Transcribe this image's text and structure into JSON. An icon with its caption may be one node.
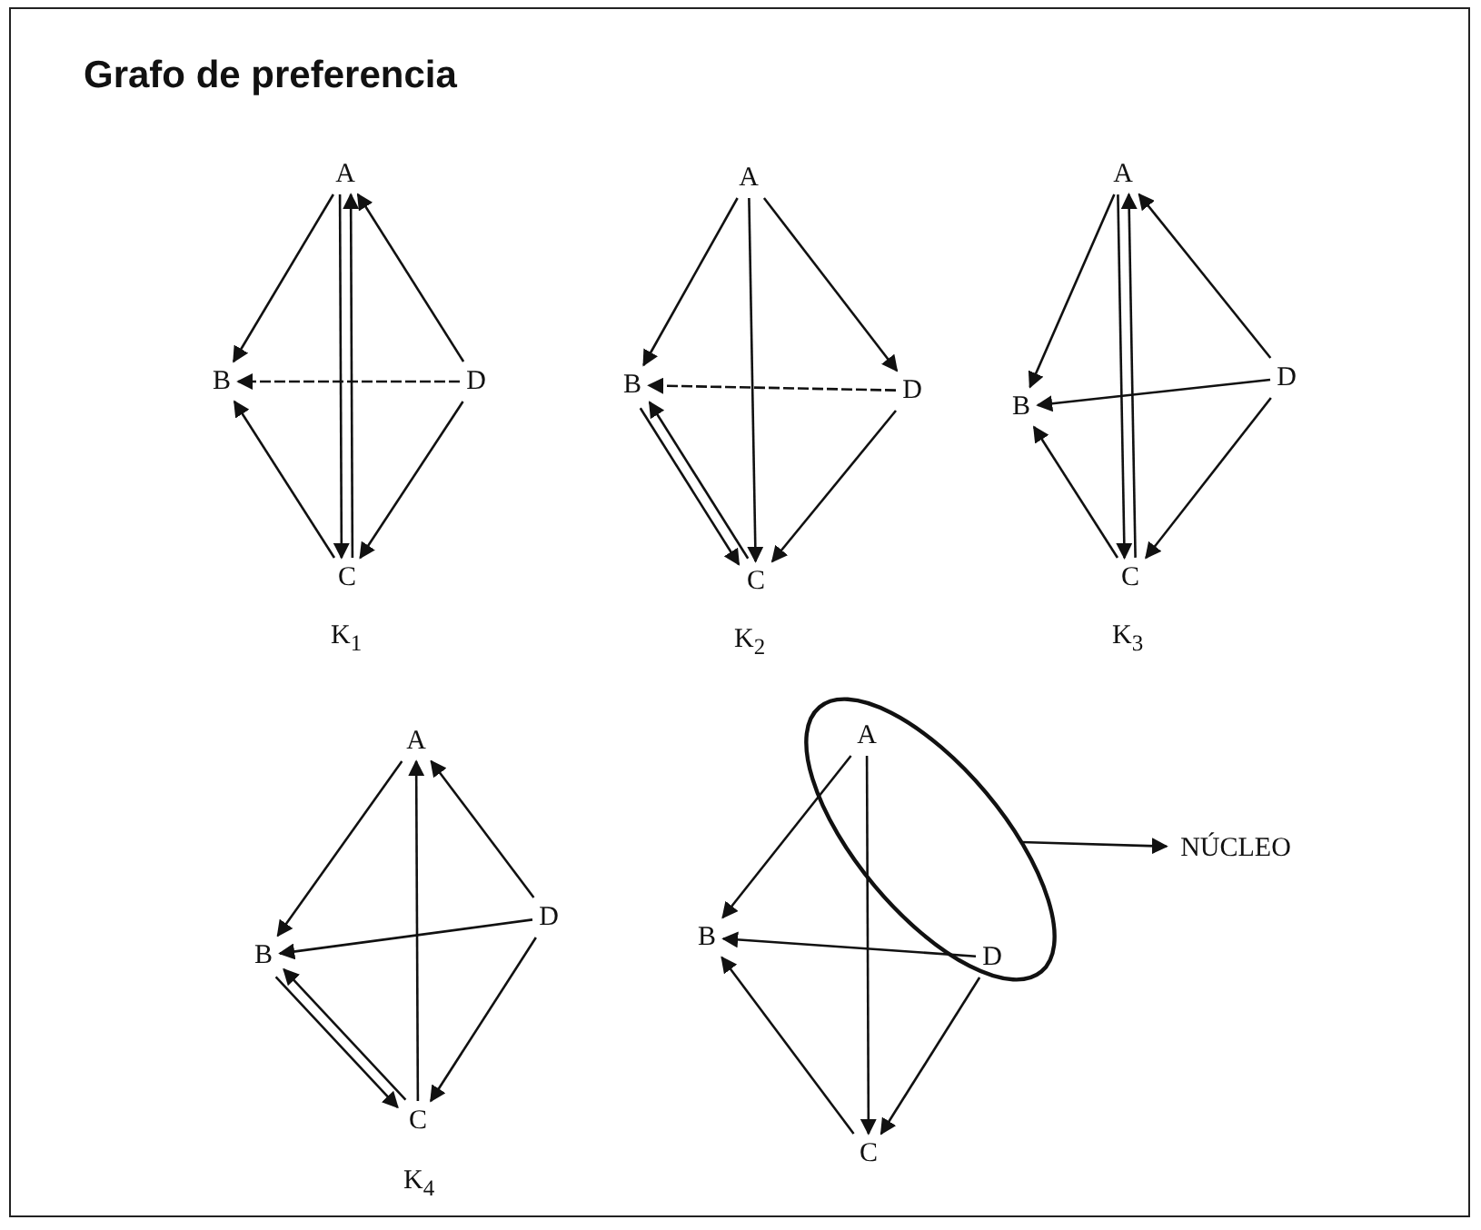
{
  "diagram": {
    "title": "Grafo de preferencia",
    "nodes": [
      {
        "text": [
          "A"
        ]
      },
      {
        "text": [
          "B"
        ]
      },
      {
        "text": [
          "C"
        ]
      },
      {
        "text": [
          "D"
        ]
      },
      {
        "text": [
          "A"
        ]
      },
      {
        "text": [
          "B"
        ]
      },
      {
        "text": [
          "C"
        ]
      },
      {
        "text": [
          "D"
        ]
      },
      {
        "text": [
          "A"
        ]
      },
      {
        "text": [
          "B"
        ]
      },
      {
        "text": [
          "C"
        ]
      },
      {
        "text": [
          "D"
        ]
      },
      {
        "text": [
          "A"
        ]
      },
      {
        "text": [
          "B"
        ]
      },
      {
        "text": [
          "C"
        ]
      },
      {
        "text": [
          "D"
        ]
      },
      {
        "text": [],
        "shape": "ellipse"
      },
      {
        "text": [
          "A"
        ],
        "in": 16
      },
      {
        "text": [
          "B"
        ]
      },
      {
        "text": [
          "C"
        ]
      },
      {
        "text": [
          "D"
        ],
        "in": 16
      },
      {
        "text": [
          "NÚCLEO"
        ]
      }
    ],
    "edges": [
      {
        "from": 0,
        "to": 1,
        "arrow": "to"
      },
      {
        "from": 0,
        "to": 2,
        "arrow": "to"
      },
      {
        "from": 2,
        "to": 0,
        "arrow": "to"
      },
      {
        "from": 3,
        "to": 0,
        "arrow": "to"
      },
      {
        "from": 3,
        "to": 1,
        "arrow": "to",
        "style": "dashed"
      },
      {
        "from": 3,
        "to": 2,
        "arrow": "to"
      },
      {
        "from": 2,
        "to": 1,
        "arrow": "to"
      },
      {
        "from": 4,
        "to": 5,
        "arrow": "to"
      },
      {
        "from": 4,
        "to": 7,
        "arrow": "to"
      },
      {
        "from": 4,
        "to": 6,
        "arrow": "to"
      },
      {
        "from": 7,
        "to": 5,
        "arrow": "to",
        "style": "dashed"
      },
      {
        "from": 7,
        "to": 6,
        "arrow": "to"
      },
      {
        "from": 5,
        "to": 6,
        "arrow": "to"
      },
      {
        "from": 6,
        "to": 5,
        "arrow": "to"
      },
      {
        "from": 8,
        "to": 9,
        "arrow": "to"
      },
      {
        "from": 10,
        "to": 8,
        "arrow": "to"
      },
      {
        "from": 8,
        "to": 10,
        "arrow": "to"
      },
      {
        "from": 11,
        "to": 8,
        "arrow": "to"
      },
      {
        "from": 11,
        "to": 9,
        "arrow": "to"
      },
      {
        "from": 11,
        "to": 10,
        "arrow": "to"
      },
      {
        "from": 10,
        "to": 9,
        "arrow": "to"
      },
      {
        "from": 12,
        "to": 13,
        "arrow": "to"
      },
      {
        "from": 14,
        "to": 12,
        "arrow": "to"
      },
      {
        "from": 15,
        "to": 12,
        "arrow": "to"
      },
      {
        "from": 15,
        "to": 13,
        "arrow": "to"
      },
      {
        "from": 15,
        "to": 14,
        "arrow": "to"
      },
      {
        "from": 13,
        "to": 14,
        "arrow": "to"
      },
      {
        "from": 14,
        "to": 13,
        "arrow": "to"
      },
      {
        "from": 17,
        "to": 18,
        "arrow": "to"
      },
      {
        "from": 17,
        "to": 19,
        "arrow": "to"
      },
      {
        "from": 20,
        "to": 18,
        "arrow": "to"
      },
      {
        "from": 20,
        "to": 19,
        "arrow": "to"
      },
      {
        "from": 19,
        "to": 18,
        "arrow": "to"
      },
      {
        "from": 16,
        "to": 21,
        "arrow": "to"
      }
    ],
    "labels": [
      "K$_{1}$",
      "K$_{2}$",
      "K$_{3}$",
      "K$_{4}$"
    ]
  }
}
